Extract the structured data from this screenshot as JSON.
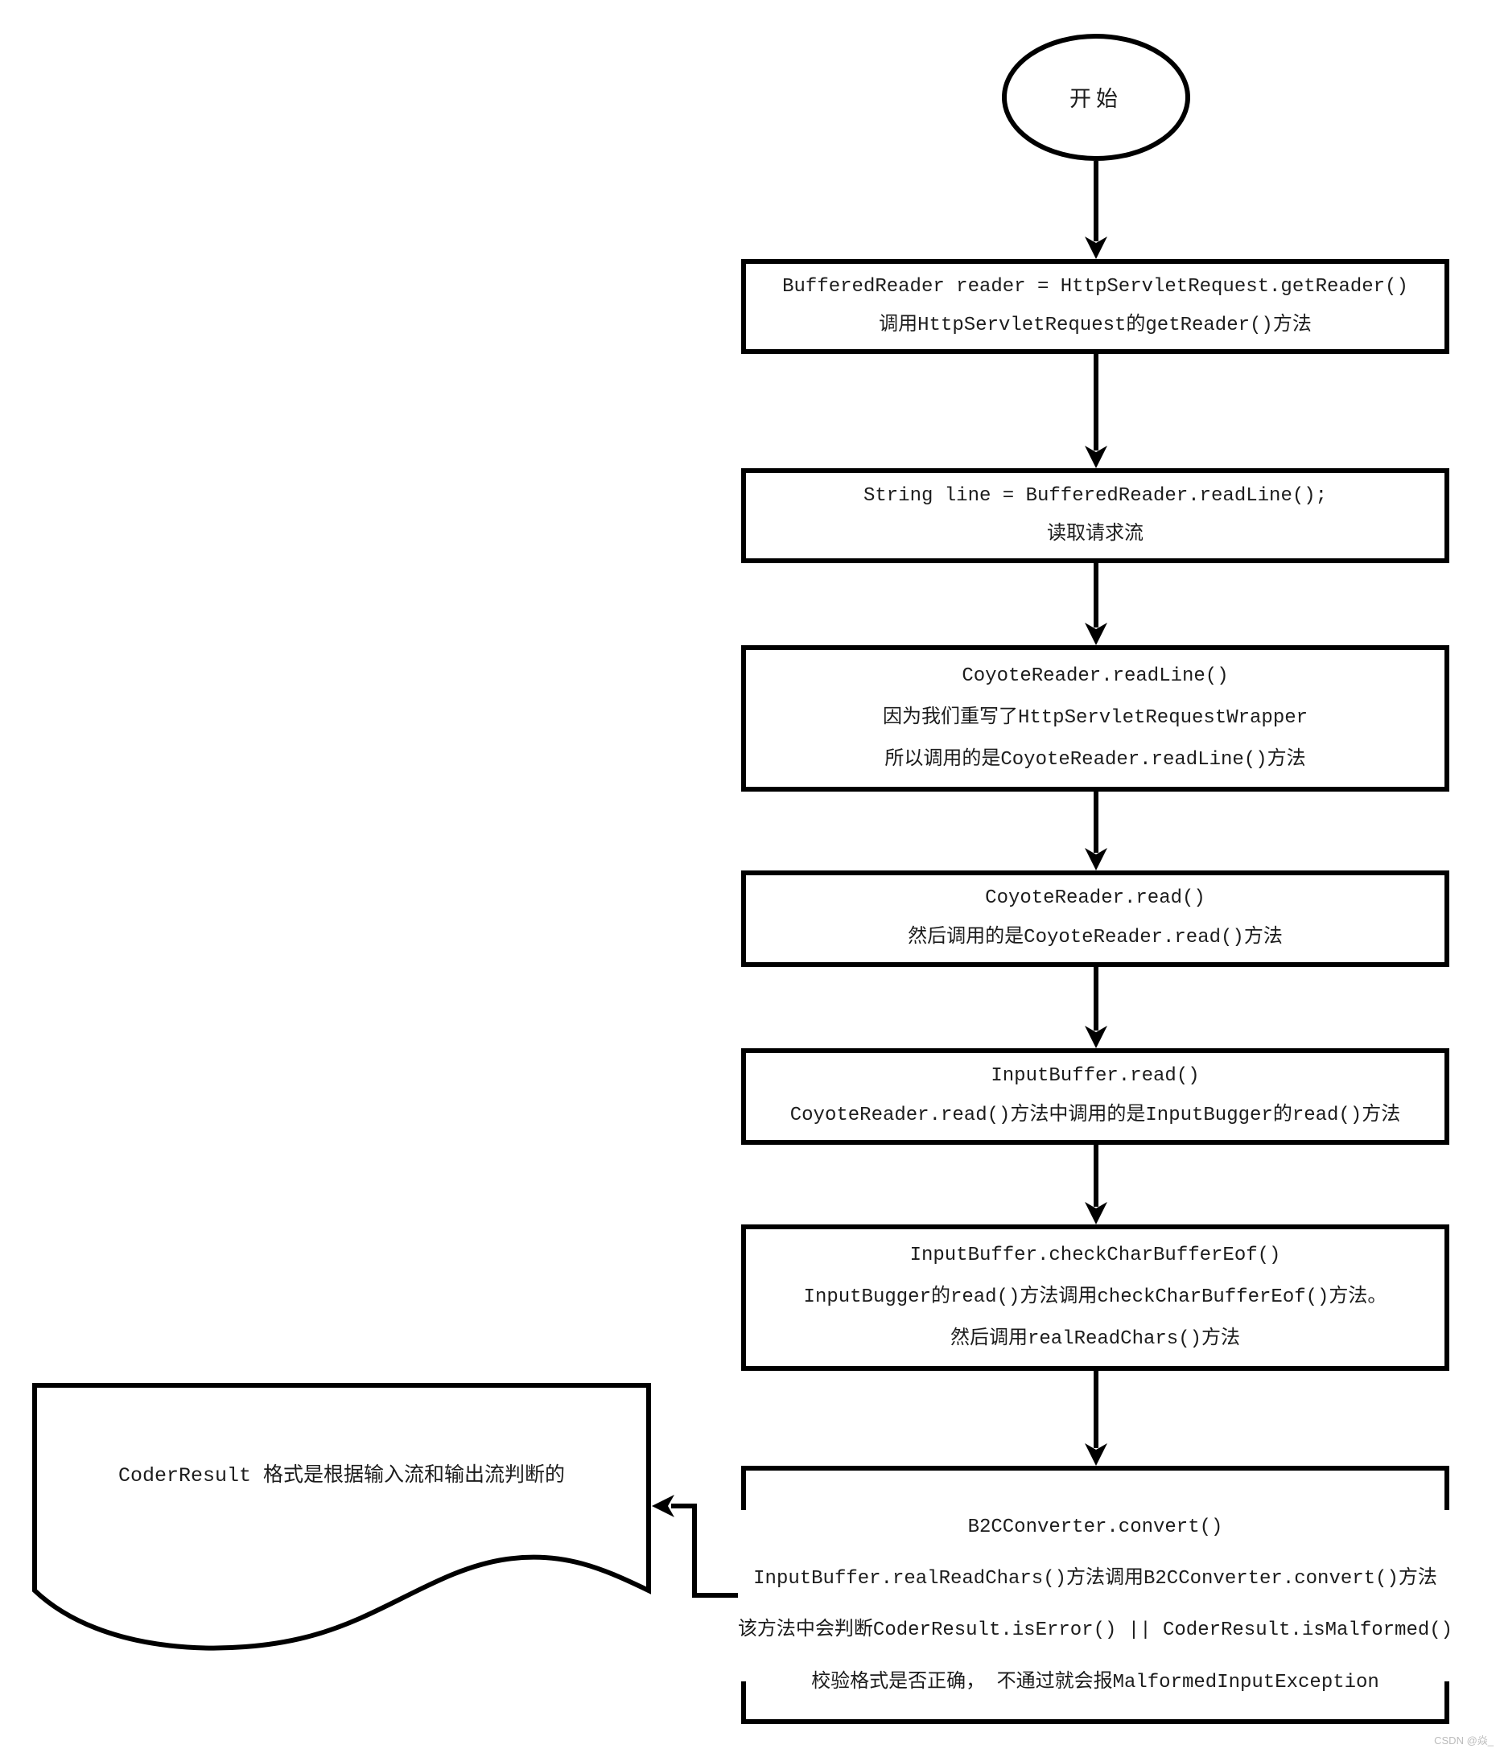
{
  "diagram": {
    "start": {
      "label": "开始"
    },
    "boxes": [
      {
        "name": "get-reader",
        "lines": [
          "BufferedReader reader = HttpServletRequest.getReader()",
          "调用HttpServletRequest的getReader()方法"
        ]
      },
      {
        "name": "read-line",
        "lines": [
          "String line = BufferedReader.readLine();",
          "读取请求流"
        ]
      },
      {
        "name": "coyote-readline",
        "lines": [
          "CoyoteReader.readLine()",
          "因为我们重写了HttpServletRequestWrapper",
          "所以调用的是CoyoteReader.readLine()方法"
        ]
      },
      {
        "name": "coyote-read",
        "lines": [
          "CoyoteReader.read()",
          "然后调用的是CoyoteReader.read()方法"
        ]
      },
      {
        "name": "inputbuffer-read",
        "lines": [
          "InputBuffer.read()",
          "CoyoteReader.read()方法中调用的是InputBugger的read()方法"
        ]
      },
      {
        "name": "check-char-buffer-eof",
        "lines": [
          "InputBuffer.checkCharBufferEof()",
          "InputBugger的read()方法调用checkCharBufferEof()方法。",
          "然后调用realReadChars()方法"
        ]
      },
      {
        "name": "b2c-convert",
        "lines": [
          "B2CConverter.convert()",
          "InputBuffer.realReadChars()方法调用B2CConverter.convert()方法",
          "该方法中会判断CoderResult.isError() || CoderResult.isMalformed()",
          "校验格式是否正确， 不通过就会报MalformedInputException"
        ]
      }
    ],
    "document_note": {
      "text": "CoderResult 格式是根据输入流和输出流判断的"
    },
    "watermark": "CSDN @焱_",
    "colors": {
      "stroke": "#000000",
      "background": "#ffffff",
      "watermark": "#bcbcbc"
    }
  }
}
